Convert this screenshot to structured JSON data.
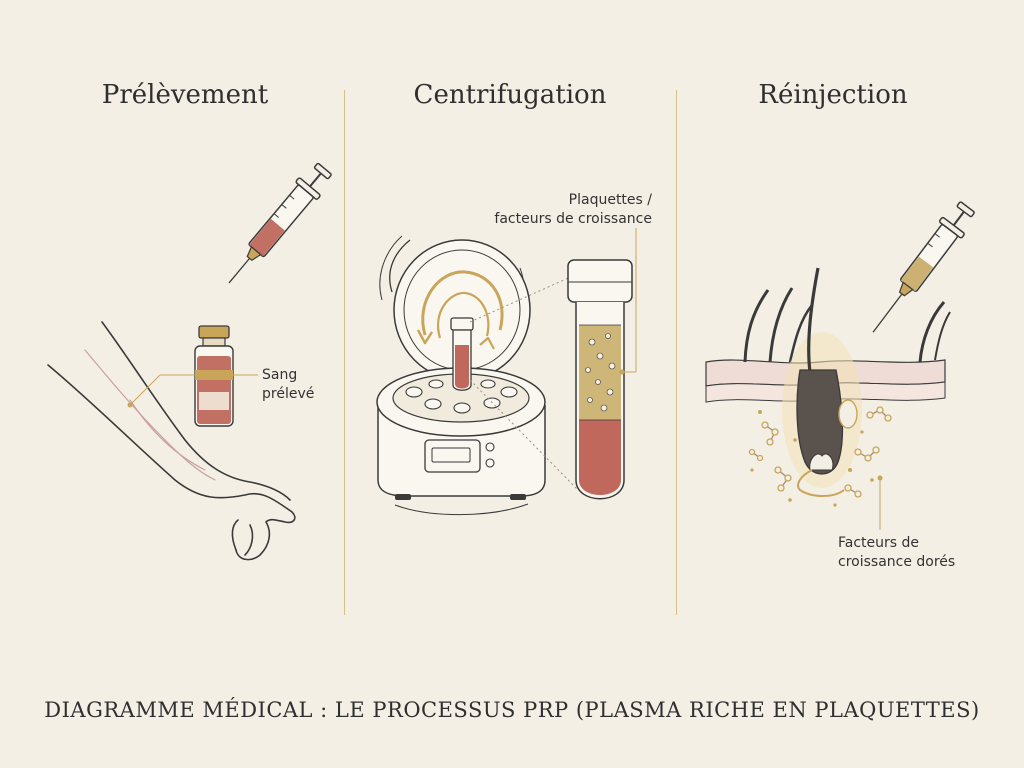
{
  "panels": [
    {
      "title": "Prélèvement"
    },
    {
      "title": "Centrifugation"
    },
    {
      "title": "Réinjection"
    }
  ],
  "annotations": {
    "blood_line1": "Sang",
    "blood_line2": "prélevé",
    "platelets_line1": "Plaquettes /",
    "platelets_line2": "facteurs de croissance",
    "growth_line1": "Facteurs de",
    "growth_line2": "croissance dorés"
  },
  "footer": {
    "title": "DIAGRAMME MÉDICAL : LE PROCESSUS PRP (PLASMA RICHE EN PLAQUETTES)"
  },
  "colors": {
    "background": "#f4efe5",
    "gold": "#c9a55a",
    "blood": "#b9584b",
    "plasma": "#c9ad6a",
    "ink": "#3a3a3a"
  }
}
